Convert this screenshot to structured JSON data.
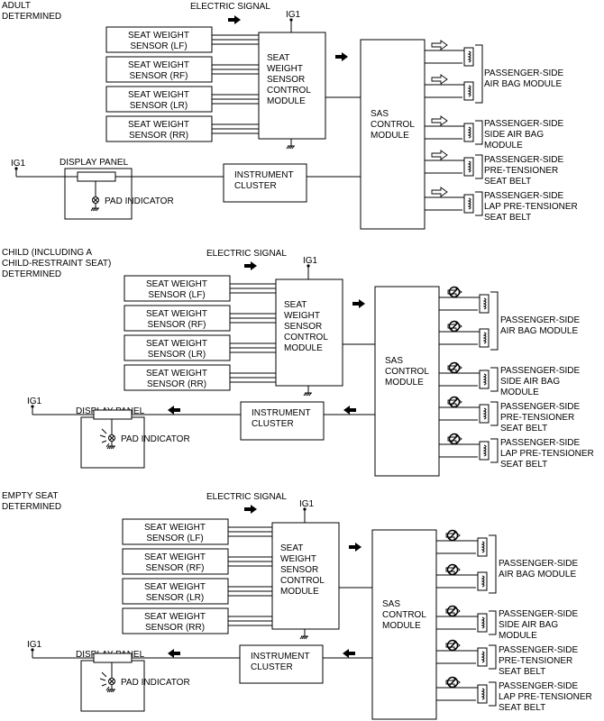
{
  "panels": [
    {
      "mode": "adult",
      "title": [
        "ADULT",
        "DETERMINED"
      ],
      "electric_signal": "ELECTRIC SIGNAL",
      "ig1_top": "IG1",
      "ig1_left": "IG1",
      "sensors": [
        [
          "SEAT WEIGHT",
          "SENSOR (LF)"
        ],
        [
          "SEAT WEIGHT",
          "SENSOR (RF)"
        ],
        [
          "SEAT WEIGHT",
          "SENSOR (LR)"
        ],
        [
          "SEAT WEIGHT",
          "SENSOR (RR)"
        ]
      ],
      "swscm": [
        "SEAT",
        "WEIGHT",
        "SENSOR",
        "CONTROL",
        "MODULE"
      ],
      "sas": [
        "SAS",
        "CONTROL",
        "MODULE"
      ],
      "display_panel": "DISPLAY PANEL",
      "pad_indicator": "PAD INDICATOR",
      "cluster": [
        "INSTRUMENT",
        "CLUSTER"
      ],
      "outputs": [
        [
          "PASSENGER-SIDE",
          "AIR BAG MODULE"
        ],
        [
          "PASSENGER-SIDE",
          "SIDE AIR BAG",
          "MODULE"
        ],
        [
          "PASSENGER-SIDE",
          "PRE-TENSIONER",
          "SEAT BELT"
        ],
        [
          "PASSENGER-SIDE",
          "LAP PRE-TENSIONER",
          "SEAT BELT"
        ]
      ]
    },
    {
      "mode": "child",
      "title": [
        "CHILD (INCLUDING A",
        "CHILD-RESTRAINT SEAT)",
        "DETERMINED"
      ],
      "electric_signal": "ELECTRIC SIGNAL",
      "ig1_top": "IG1",
      "ig1_left": "IG1",
      "sensors": [
        [
          "SEAT WEIGHT",
          "SENSOR (LF)"
        ],
        [
          "SEAT WEIGHT",
          "SENSOR (RF)"
        ],
        [
          "SEAT WEIGHT",
          "SENSOR (LR)"
        ],
        [
          "SEAT WEIGHT",
          "SENSOR (RR)"
        ]
      ],
      "swscm": [
        "SEAT",
        "WEIGHT",
        "SENSOR",
        "CONTROL",
        "MODULE"
      ],
      "sas": [
        "SAS",
        "CONTROL",
        "MODULE"
      ],
      "display_panel": "DISPLAY PANEL",
      "pad_indicator": "PAD INDICATOR",
      "cluster": [
        "INSTRUMENT",
        "CLUSTER"
      ],
      "outputs": [
        [
          "PASSENGER-SIDE",
          "AIR BAG MODULE"
        ],
        [
          "PASSENGER-SIDE",
          "SIDE AIR BAG",
          "MODULE"
        ],
        [
          "PASSENGER-SIDE",
          "PRE-TENSIONER",
          "SEAT BELT"
        ],
        [
          "PASSENGER-SIDE",
          "LAP PRE-TENSIONER",
          "SEAT BELT"
        ]
      ]
    },
    {
      "mode": "empty",
      "title": [
        "EMPTY SEAT",
        "DETERMINED"
      ],
      "electric_signal": "ELECTRIC SIGNAL",
      "ig1_top": "IG1",
      "ig1_left": "IG1",
      "sensors": [
        [
          "SEAT WEIGHT",
          "SENSOR (LF)"
        ],
        [
          "SEAT WEIGHT",
          "SENSOR (RF)"
        ],
        [
          "SEAT WEIGHT",
          "SENSOR (LR)"
        ],
        [
          "SEAT WEIGHT",
          "SENSOR (RR)"
        ]
      ],
      "swscm": [
        "SEAT",
        "WEIGHT",
        "SENSOR",
        "CONTROL",
        "MODULE"
      ],
      "sas": [
        "SAS",
        "CONTROL",
        "MODULE"
      ],
      "display_panel": "DISPLAY PANEL",
      "pad_indicator": "PAD INDICATOR",
      "cluster": [
        "INSTRUMENT",
        "CLUSTER"
      ],
      "outputs": [
        [
          "PASSENGER-SIDE",
          "AIR BAG MODULE"
        ],
        [
          "PASSENGER-SIDE",
          "SIDE AIR BAG",
          "MODULE"
        ],
        [
          "PASSENGER-SIDE",
          "PRE-TENSIONER",
          "SEAT BELT"
        ],
        [
          "PASSENGER-SIDE",
          "LAP PRE-TENSIONER",
          "SEAT BELT"
        ]
      ]
    }
  ]
}
